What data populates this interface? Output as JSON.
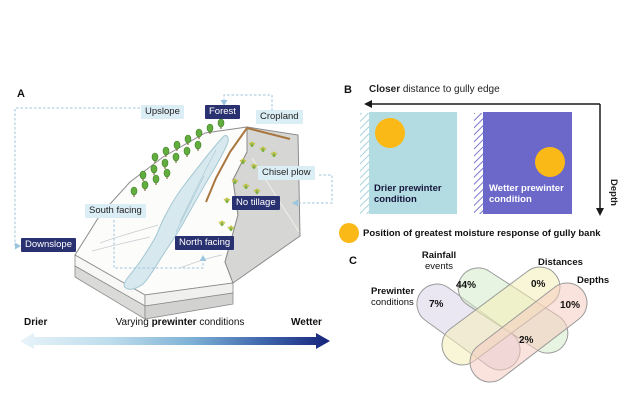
{
  "panel_a": {
    "letter": "A",
    "labels": {
      "upslope": "Upslope",
      "forest": "Forest",
      "cropland": "Cropland",
      "chisel_plow": "Chisel plow",
      "no_tillage": "No tillage",
      "south_facing": "South facing",
      "north_facing": "North facing",
      "downslope": "Downslope"
    },
    "gradient": {
      "left": "Drier",
      "center_prefix": "Varying ",
      "center_bold": "prewinter",
      "center_suffix": " conditions",
      "right": "Wetter"
    }
  },
  "panel_b": {
    "letter": "B",
    "header_bold": "Closer",
    "header_rest": " distance to gully edge",
    "depth_label": "Depth",
    "box_drier": {
      "line1": "Drier prewinter",
      "line2": "condition"
    },
    "box_wetter": {
      "line1": "Wetter prewinter",
      "line2": "condition"
    },
    "legend": "Position of greatest moisture response of gully bank"
  },
  "panel_c": {
    "letter": "C",
    "sets": [
      {
        "name_bold": "Rainfall",
        "name_rest": "events",
        "value": "44%"
      },
      {
        "name_bold": "Prewinter",
        "name_rest": "conditions",
        "value": "7%"
      },
      {
        "name_bold": "Distances",
        "name_rest": "",
        "value": "0%"
      },
      {
        "name_bold": "Depths",
        "name_rest": "",
        "value": "10%"
      }
    ],
    "center_value": "2%"
  },
  "chart_data": {
    "type": "venn",
    "sets": [
      "Prewinter conditions",
      "Rainfall events",
      "Distances",
      "Depths"
    ],
    "values": {
      "Prewinter conditions": "7%",
      "Rainfall events": "44%",
      "Distances": "0%",
      "Depths": "10%",
      "center_overlap": "2%"
    }
  },
  "colors": {
    "label_dark_bg": "#2a3170",
    "label_light_bg": "#dceef5",
    "box_drier": "#b2dce1",
    "box_wetter": "#6b68c9",
    "moisture_circle": "#fbb917",
    "venn_rainfall": "#d4ebc9",
    "venn_prewinter": "#d8d3ea",
    "venn_distances": "#f4efb6",
    "venn_depths": "#f5ccc0",
    "gradient_drier_end": "#e8f3f9",
    "gradient_wetter_end": "#16247b"
  }
}
